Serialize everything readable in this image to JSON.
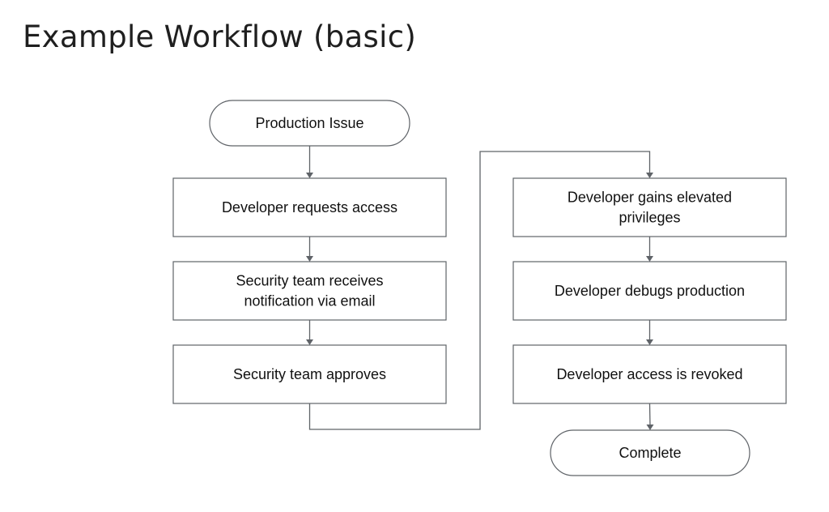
{
  "title": "Example Workflow (basic)",
  "colors": {
    "stroke": "#5f6368",
    "text": "#111111",
    "background": "#ffffff"
  },
  "flowchart": {
    "nodes": [
      {
        "id": "production-issue",
        "shape": "terminator",
        "lines": [
          "Production Issue"
        ]
      },
      {
        "id": "developer-requests-access",
        "shape": "process",
        "lines": [
          "Developer requests access"
        ]
      },
      {
        "id": "security-team-receives-notification",
        "shape": "process",
        "lines": [
          "Security team receives",
          "notification via email"
        ]
      },
      {
        "id": "security-team-approves",
        "shape": "process",
        "lines": [
          "Security team approves"
        ]
      },
      {
        "id": "developer-gains-elevated-privileges",
        "shape": "process",
        "lines": [
          "Developer gains elevated",
          "privileges"
        ]
      },
      {
        "id": "developer-debugs-production",
        "shape": "process",
        "lines": [
          "Developer debugs production"
        ]
      },
      {
        "id": "developer-access-revoked",
        "shape": "process",
        "lines": [
          "Developer access is revoked"
        ]
      },
      {
        "id": "complete",
        "shape": "terminator",
        "lines": [
          "Complete"
        ]
      }
    ],
    "edges": [
      {
        "from": "production-issue",
        "to": "developer-requests-access"
      },
      {
        "from": "developer-requests-access",
        "to": "security-team-receives-notification"
      },
      {
        "from": "security-team-receives-notification",
        "to": "security-team-approves"
      },
      {
        "from": "security-team-approves",
        "to": "developer-gains-elevated-privileges"
      },
      {
        "from": "developer-gains-elevated-privileges",
        "to": "developer-debugs-production"
      },
      {
        "from": "developer-debugs-production",
        "to": "developer-access-revoked"
      },
      {
        "from": "developer-access-revoked",
        "to": "complete"
      }
    ]
  }
}
